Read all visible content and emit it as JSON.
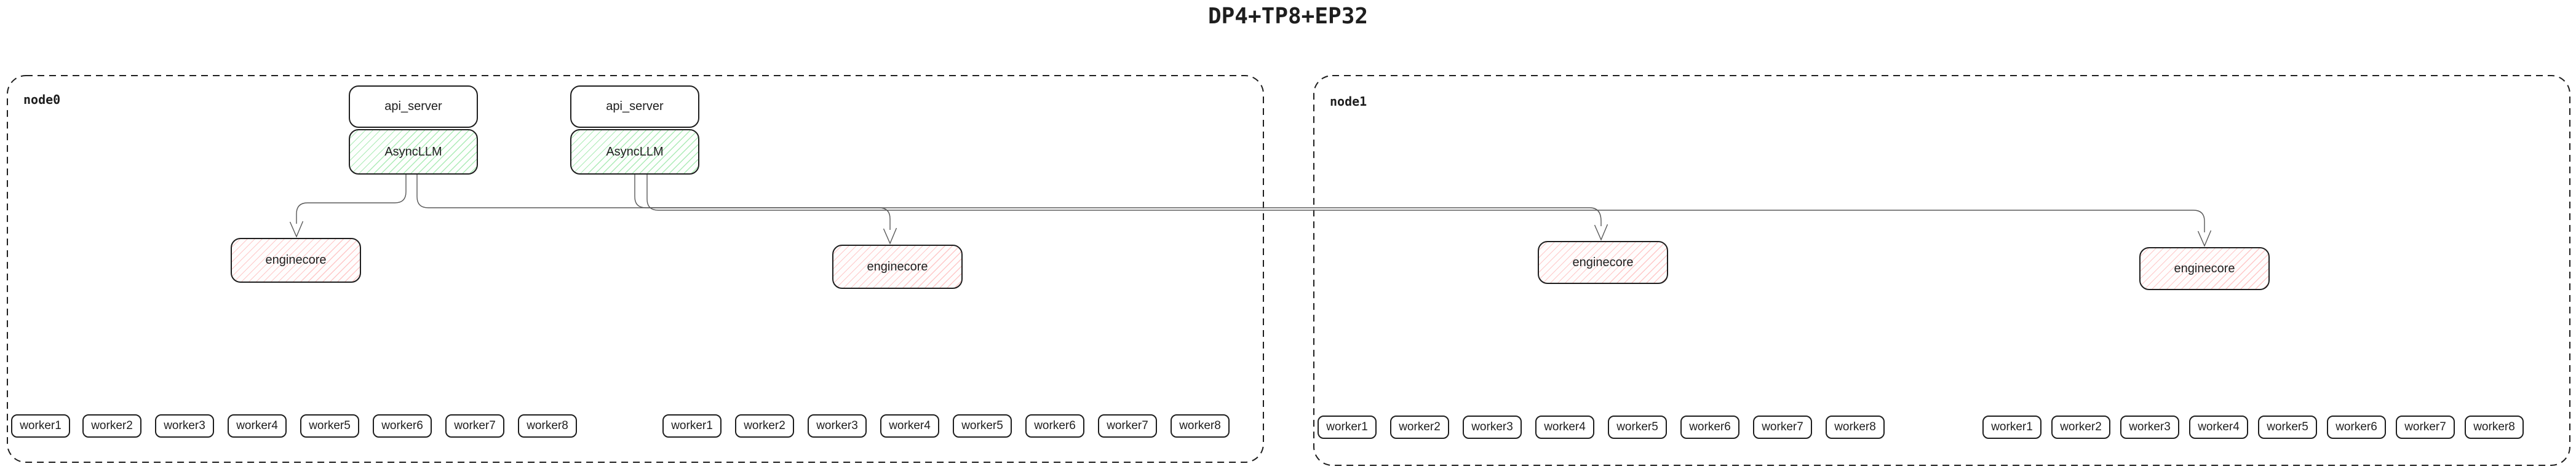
{
  "title": "DP4+TP8+EP32",
  "node0": {
    "label": "node0",
    "api_server_1": "api_server",
    "asyncllm_1": "AsyncLLM",
    "api_server_2": "api_server",
    "asyncllm_2": "AsyncLLM",
    "enginecore_1": "enginecore",
    "enginecore_2": "enginecore",
    "worker_rows": [
      [
        "worker1",
        "worker2",
        "worker3",
        "worker4",
        "worker5",
        "worker6",
        "worker7",
        "worker8"
      ],
      [
        "worker1",
        "worker2",
        "worker3",
        "worker4",
        "worker5",
        "worker6",
        "worker7",
        "worker8"
      ]
    ]
  },
  "node1": {
    "label": "node1",
    "enginecore_1": "enginecore",
    "enginecore_2": "enginecore",
    "worker_rows": [
      [
        "worker1",
        "worker2",
        "worker3",
        "worker4",
        "worker5",
        "worker6",
        "worker7",
        "worker8"
      ],
      [
        "worker1",
        "worker2",
        "worker3",
        "worker4",
        "worker5",
        "worker6",
        "worker7",
        "worker8"
      ]
    ]
  },
  "colors": {
    "ink": "#1e1e1e",
    "connector": "#595959",
    "asyncllm_hatch_green": "#69db7c",
    "enginecore_hatch_pink": "#ff8787",
    "background": "#ffffff"
  }
}
